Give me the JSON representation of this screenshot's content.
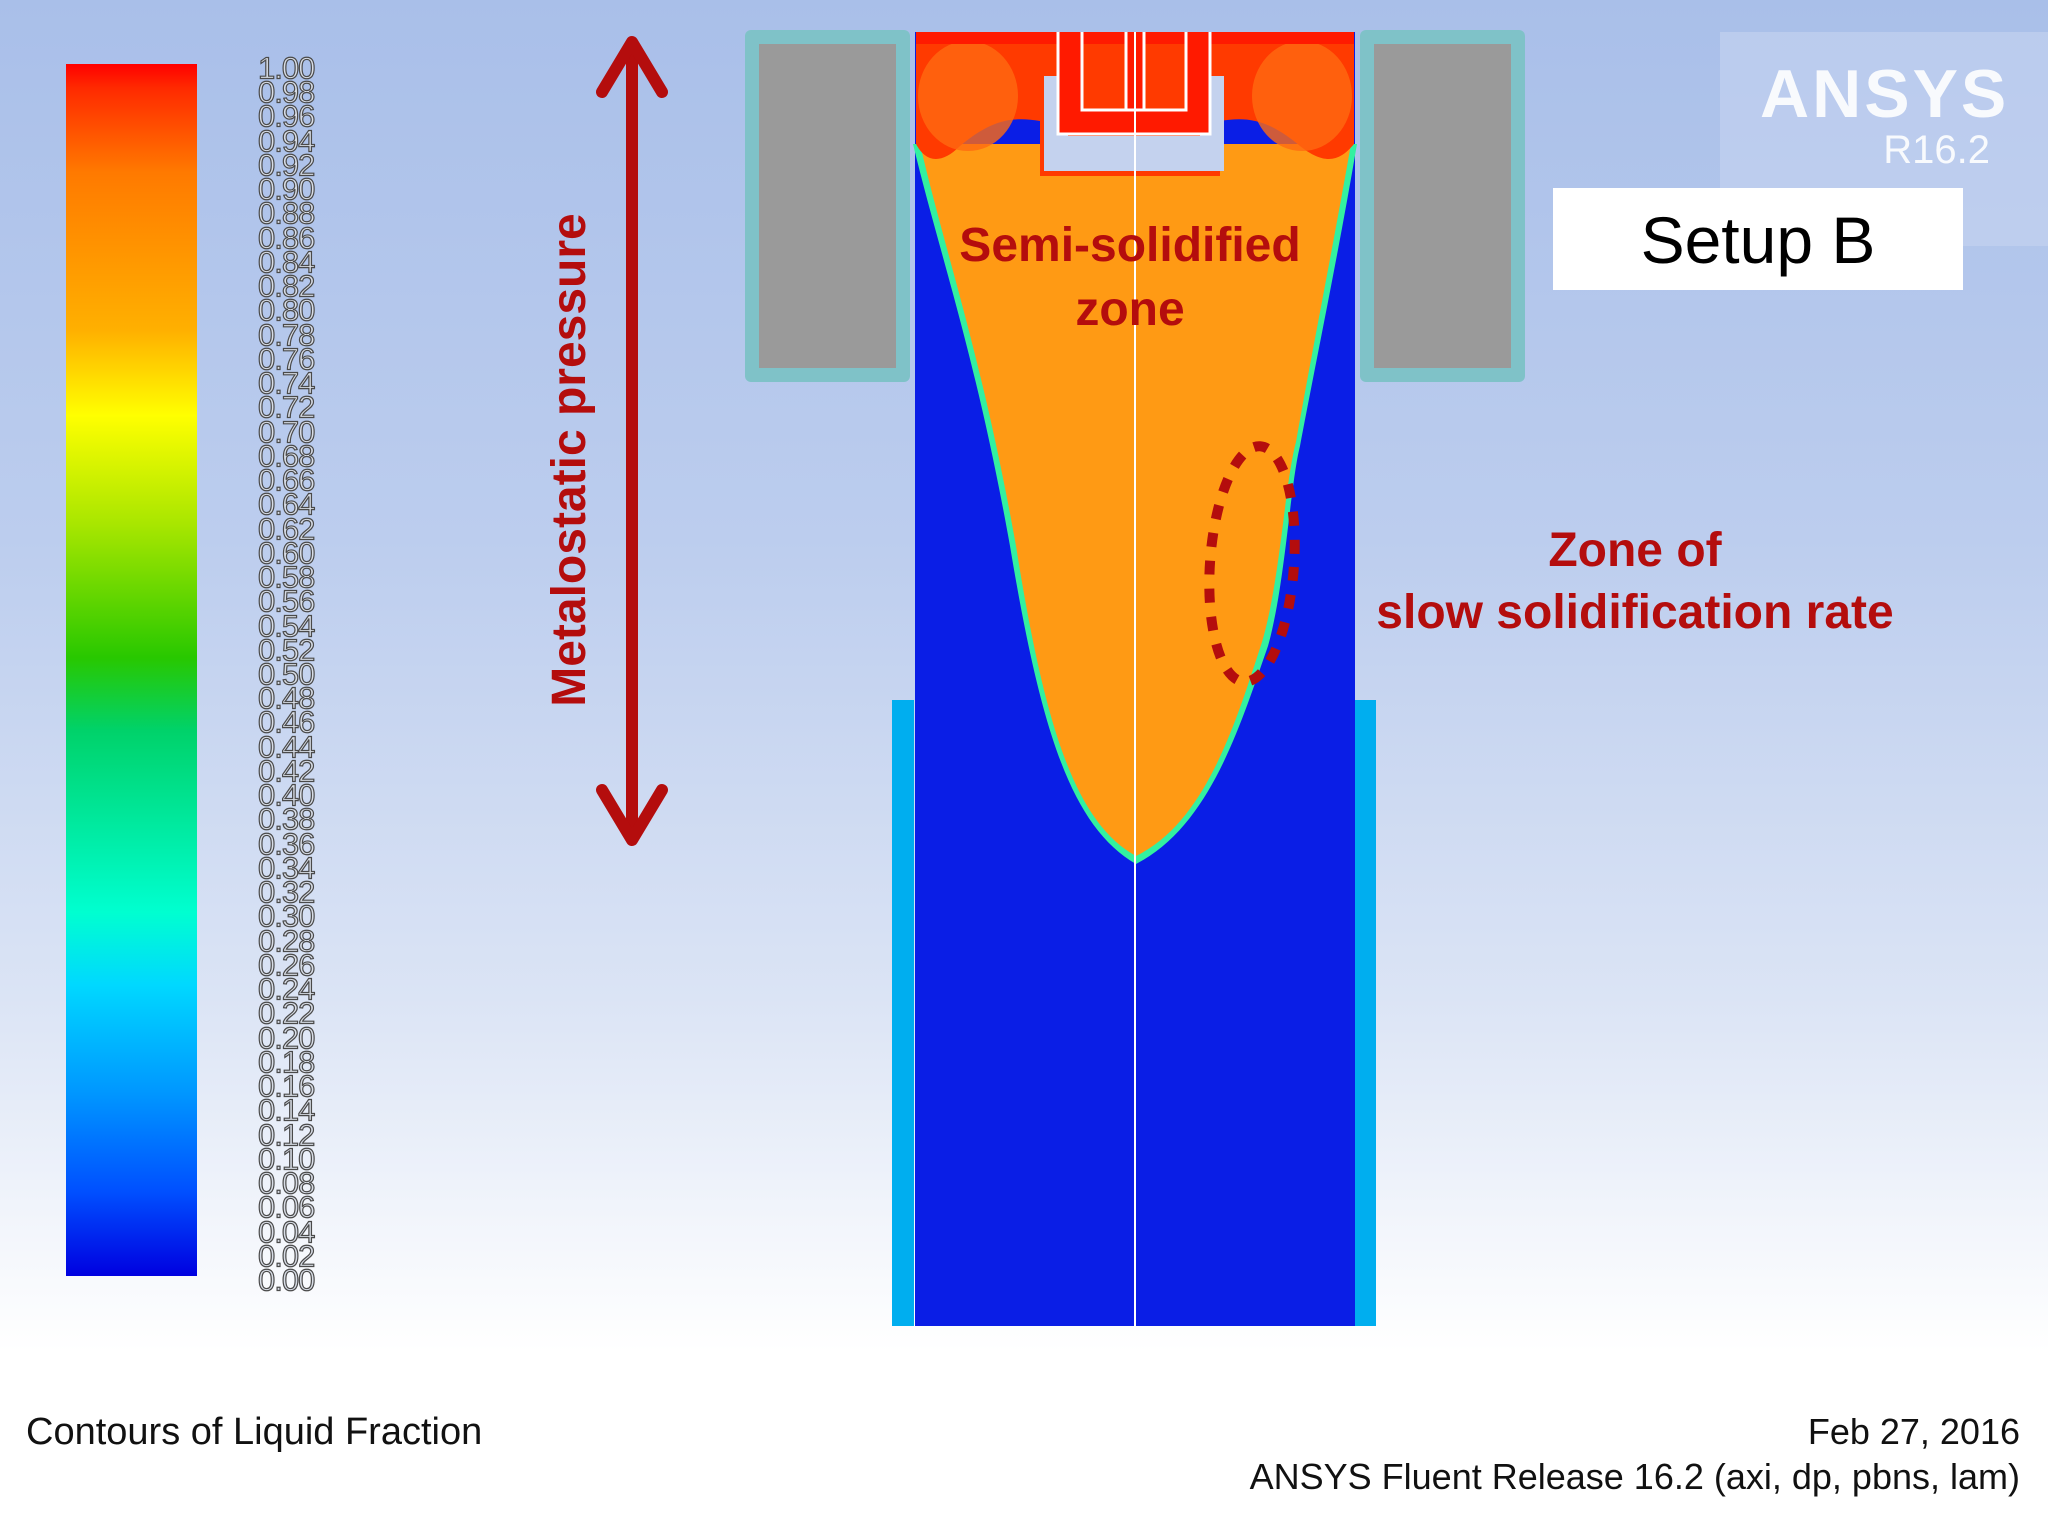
{
  "colorbar": {
    "ticks": [
      "1.00",
      "0.98",
      "0.96",
      "0.94",
      "0.92",
      "0.90",
      "0.88",
      "0.86",
      "0.84",
      "0.82",
      "0.80",
      "0.78",
      "0.76",
      "0.74",
      "0.72",
      "0.70",
      "0.68",
      "0.66",
      "0.64",
      "0.62",
      "0.60",
      "0.58",
      "0.56",
      "0.54",
      "0.52",
      "0.50",
      "0.48",
      "0.46",
      "0.44",
      "0.42",
      "0.40",
      "0.38",
      "0.36",
      "0.34",
      "0.32",
      "0.30",
      "0.28",
      "0.26",
      "0.24",
      "0.22",
      "0.20",
      "0.18",
      "0.16",
      "0.14",
      "0.12",
      "0.10",
      "0.08",
      "0.06",
      "0.04",
      "0.02",
      "0.00"
    ]
  },
  "annotations": {
    "semi_solidified": "Semi-solidified\nzone",
    "slow_zone": "Zone of\nslow solidification rate",
    "pressure": "Metalostatic pressure"
  },
  "watermark": {
    "brand": "ANSYS",
    "version": "R16.2"
  },
  "setup_label": "Setup B",
  "footer": {
    "title": "Contours of Liquid Fraction",
    "date": "Feb 27, 2016",
    "release": "ANSYS Fluent Release 16.2 (axi, dp, pbns, lam)"
  },
  "colors": {
    "annotation_red": "#b40d0d",
    "solid_blue": "#0a1ee6",
    "mushy_orange": "#ff9a14",
    "liquid_red": "#ff1a00",
    "mold_gray": "#9a9a9a",
    "mold_outline": "#7fc2c8",
    "cooling_cyan": "#00aeef"
  }
}
